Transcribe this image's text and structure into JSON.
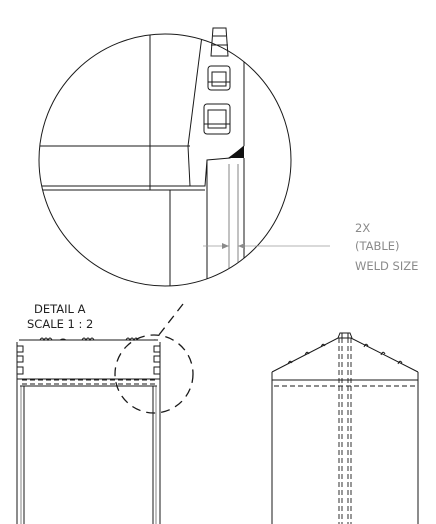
{
  "detail_label": {
    "line1": "DETAIL A",
    "line2": "SCALE 1 : 2"
  },
  "weld_note": {
    "line1": "2X",
    "line2": "(TABLE)",
    "line3": "WELD SIZE"
  },
  "colors": {
    "line": "#1a1a1a",
    "dimension": "#9a9a9a",
    "note_text": "#8a8a8a"
  }
}
